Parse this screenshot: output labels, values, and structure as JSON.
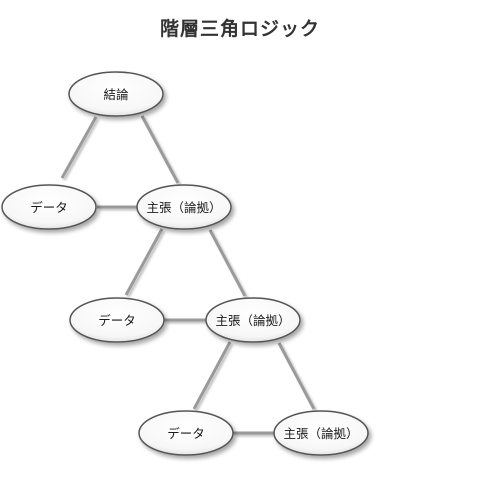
{
  "title": "階層三角ロジック",
  "nodes": {
    "conclusion": "結論",
    "data_1": "データ",
    "claim_1": "主張（論拠）",
    "data_2": "データ",
    "claim_2": "主張（論拠）",
    "data_3": "データ",
    "claim_3": "主張（論拠）"
  }
}
